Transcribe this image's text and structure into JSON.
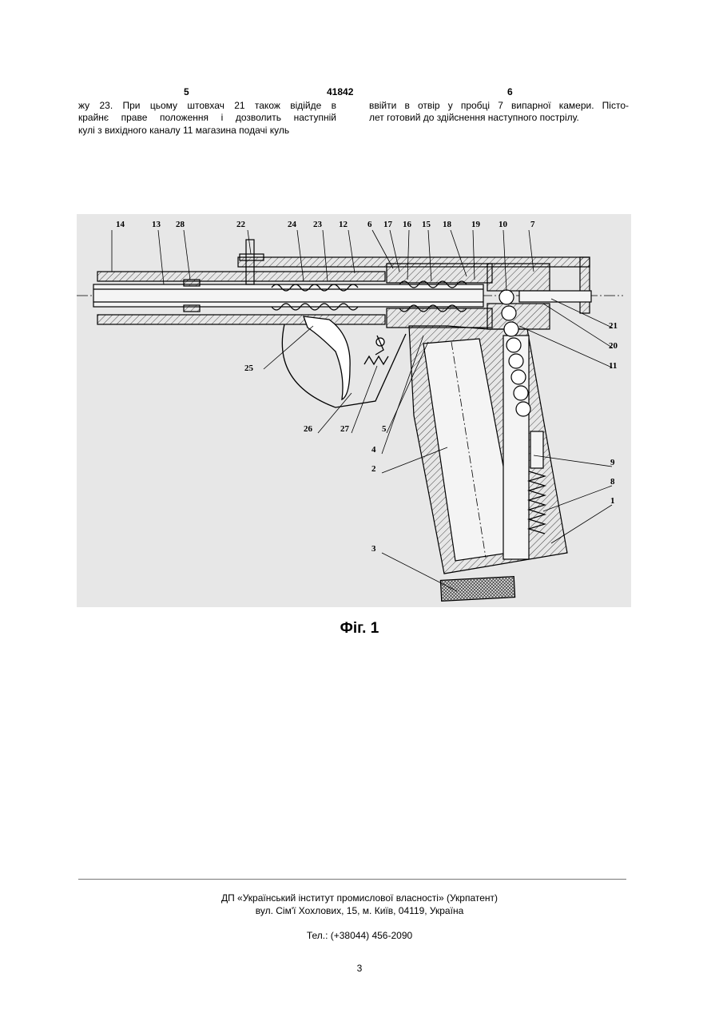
{
  "header": {
    "left_page": "5",
    "patent_number": "41842",
    "right_page": "6"
  },
  "left_column": [
    "жу 23. При цьому штовхач 21 також відійде в",
    "крайнє праве положення і дозволить наступній",
    "кулі з вихідного каналу 11 магазина подачі куль"
  ],
  "right_column": [
    "ввійти в отвір у пробці 7 випарної камери. Пісто-",
    "лет готовий до здійснення наступного пострілу."
  ],
  "figure": {
    "caption": "Фіг. 1",
    "labels": {
      "l14": "14",
      "l13": "13",
      "l28": "28",
      "l22": "22",
      "l24": "24",
      "l23": "23",
      "l12": "12",
      "l6": "6",
      "l17": "17",
      "l16": "16",
      "l15": "15",
      "l18": "18",
      "l19": "19",
      "l10": "10",
      "l7": "7",
      "l21": "21",
      "l20": "20",
      "l11": "11",
      "l25": "25",
      "l26": "26",
      "l27": "27",
      "l5": "5",
      "l4": "4",
      "l2": "2",
      "l9": "9",
      "l8": "8",
      "l1": "1",
      "l3": "3"
    }
  },
  "footer": {
    "org": "ДП «Український інститут промислової власності» (Укрпатент)",
    "address": "вул. Сім'ї Хохлових, 15, м. Київ, 04119, Україна",
    "phone": "Тел.: (+38044) 456-2090",
    "page": "3"
  }
}
